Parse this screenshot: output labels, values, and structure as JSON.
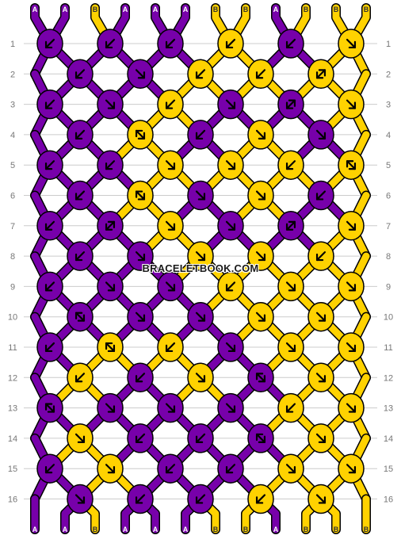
{
  "colors": {
    "A": "#7700aa",
    "B": "#ffd200",
    "grid": "#cccccc",
    "outline": "#000000",
    "arrow": "#000000"
  },
  "watermark": "BRACELETBOOK.COM",
  "strings_top": [
    "A",
    "A",
    "B",
    "A",
    "A",
    "A",
    "B",
    "B",
    "A",
    "B",
    "B",
    "B"
  ],
  "strings_bottom": [
    "A",
    "A",
    "B",
    "A",
    "A",
    "A",
    "B",
    "B",
    "A",
    "B",
    "B",
    "B"
  ],
  "row_numbers": [
    "1",
    "2",
    "3",
    "4",
    "5",
    "6",
    "7",
    "8",
    "9",
    "10",
    "11",
    "12",
    "13",
    "14",
    "15",
    "16"
  ],
  "knots": [
    [
      {
        "c": "A",
        "d": "ld"
      },
      {
        "c": "A",
        "d": "ld"
      },
      {
        "c": "A",
        "d": "ld"
      },
      {
        "c": "B",
        "d": "ld"
      },
      {
        "c": "A",
        "d": "ld"
      },
      {
        "c": "B",
        "d": "rd"
      }
    ],
    [
      {
        "c": "A",
        "d": "ld"
      },
      {
        "c": "A",
        "d": "rd"
      },
      {
        "c": "B",
        "d": "ld"
      },
      {
        "c": "B",
        "d": "ld"
      },
      {
        "c": "B",
        "d": "lr"
      }
    ],
    [
      {
        "c": "A",
        "d": "ld"
      },
      {
        "c": "A",
        "d": "rd"
      },
      {
        "c": "B",
        "d": "ld"
      },
      {
        "c": "A",
        "d": "rd"
      },
      {
        "c": "A",
        "d": "lr"
      },
      {
        "c": "B",
        "d": "rd"
      }
    ],
    [
      {
        "c": "A",
        "d": "ld"
      },
      {
        "c": "B",
        "d": "rl"
      },
      {
        "c": "A",
        "d": "ld"
      },
      {
        "c": "B",
        "d": "rd"
      },
      {
        "c": "A",
        "d": "rd"
      }
    ],
    [
      {
        "c": "A",
        "d": "ld"
      },
      {
        "c": "A",
        "d": "ld"
      },
      {
        "c": "B",
        "d": "rd"
      },
      {
        "c": "B",
        "d": "rd"
      },
      {
        "c": "B",
        "d": "ld"
      },
      {
        "c": "B",
        "d": "rl"
      }
    ],
    [
      {
        "c": "A",
        "d": "ld"
      },
      {
        "c": "B",
        "d": "rl"
      },
      {
        "c": "A",
        "d": "rd"
      },
      {
        "c": "B",
        "d": "rd"
      },
      {
        "c": "A",
        "d": "ld"
      }
    ],
    [
      {
        "c": "A",
        "d": "ld"
      },
      {
        "c": "A",
        "d": "lr"
      },
      {
        "c": "B",
        "d": "rd"
      },
      {
        "c": "A",
        "d": "rd"
      },
      {
        "c": "A",
        "d": "lr"
      },
      {
        "c": "B",
        "d": "rd"
      }
    ],
    [
      {
        "c": "A",
        "d": "ld"
      },
      {
        "c": "A",
        "d": "rd"
      },
      {
        "c": "B",
        "d": "rd"
      },
      {
        "c": "B",
        "d": "rd"
      },
      {
        "c": "B",
        "d": "ld"
      }
    ],
    [
      {
        "c": "A",
        "d": "ld"
      },
      {
        "c": "A",
        "d": "rd"
      },
      {
        "c": "A",
        "d": "rd"
      },
      {
        "c": "B",
        "d": "ld"
      },
      {
        "c": "B",
        "d": "rd"
      },
      {
        "c": "B",
        "d": "rd"
      }
    ],
    [
      {
        "c": "A",
        "d": "rl"
      },
      {
        "c": "A",
        "d": "rd"
      },
      {
        "c": "A",
        "d": "rd"
      },
      {
        "c": "B",
        "d": "rd"
      },
      {
        "c": "B",
        "d": "rd"
      }
    ],
    [
      {
        "c": "A",
        "d": "ld"
      },
      {
        "c": "B",
        "d": "rl"
      },
      {
        "c": "B",
        "d": "ld"
      },
      {
        "c": "A",
        "d": "rd"
      },
      {
        "c": "B",
        "d": "rd"
      },
      {
        "c": "B",
        "d": "rd"
      }
    ],
    [
      {
        "c": "B",
        "d": "ld"
      },
      {
        "c": "A",
        "d": "ld"
      },
      {
        "c": "B",
        "d": "rd"
      },
      {
        "c": "A",
        "d": "rl"
      },
      {
        "c": "B",
        "d": "rd"
      }
    ],
    [
      {
        "c": "A",
        "d": "rl"
      },
      {
        "c": "A",
        "d": "rd"
      },
      {
        "c": "A",
        "d": "rd"
      },
      {
        "c": "A",
        "d": "rd"
      },
      {
        "c": "B",
        "d": "ld"
      },
      {
        "c": "B",
        "d": "rd"
      }
    ],
    [
      {
        "c": "B",
        "d": "rd"
      },
      {
        "c": "A",
        "d": "ld"
      },
      {
        "c": "A",
        "d": "ld"
      },
      {
        "c": "A",
        "d": "rl"
      },
      {
        "c": "B",
        "d": "rd"
      }
    ],
    [
      {
        "c": "A",
        "d": "ld"
      },
      {
        "c": "B",
        "d": "rd"
      },
      {
        "c": "A",
        "d": "ld"
      },
      {
        "c": "A",
        "d": "ld"
      },
      {
        "c": "B",
        "d": "rd"
      },
      {
        "c": "B",
        "d": "rd"
      }
    ],
    [
      {
        "c": "A",
        "d": "rd"
      },
      {
        "c": "A",
        "d": "ld"
      },
      {
        "c": "A",
        "d": "ld"
      },
      {
        "c": "B",
        "d": "ld"
      },
      {
        "c": "B",
        "d": "rd"
      }
    ]
  ]
}
